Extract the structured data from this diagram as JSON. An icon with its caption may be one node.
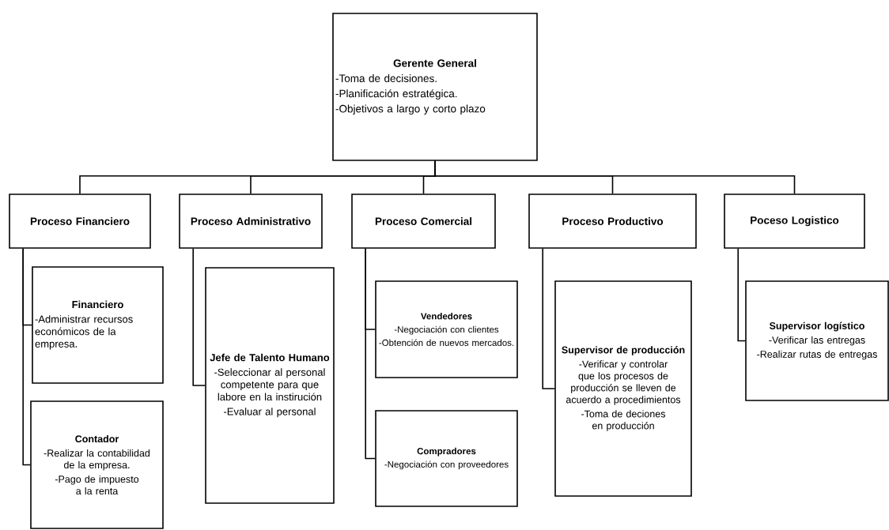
{
  "diagram": {
    "nodes": [
      {
        "text": [
          "Gerente General",
          "-Toma de decisiones.",
          "-Planificación estratégica.",
          "-Objetivos a largo y corto plazo"
        ]
      },
      {
        "text": [
          "Proceso Financiero"
        ]
      },
      {
        "text": [
          "Proceso Administrativo"
        ]
      },
      {
        "text": [
          "Proceso Comercial"
        ]
      },
      {
        "text": [
          "Proceso Productivo"
        ]
      },
      {
        "text": [
          "Poceso Logistico"
        ]
      },
      {
        "text": [
          "Financiero",
          "-Administrar recursos económicos de la empresa."
        ]
      },
      {
        "text": [
          "Contador",
          "-Realizar la contabilidad de la empresa.",
          "-Pago de impuesto a la renta"
        ]
      },
      {
        "text": [
          "Jefe de Talento Humano",
          "-Seleccionar al personal competente para que labore en la instirución",
          "-Evaluar al personal"
        ]
      },
      {
        "text": [
          "Vendedores",
          "-Negociación con clientes",
          "-Obtención de nuevos mercados."
        ]
      },
      {
        "text": [
          "Compradores",
          "-Negociación con proveedores"
        ]
      },
      {
        "text": [
          "Supervisor de producción",
          "-Verificar y controlar que los procesos de producción se lleven de acuerdo a procedimientos",
          "-Toma de deciones en producción"
        ]
      },
      {
        "text": [
          "Supervisor logístico",
          "-Verificar las entregas",
          "-Realizar rutas de entregas"
        ]
      }
    ],
    "edges": [
      {
        "from": 0,
        "to": 1,
        "arrow": "none"
      },
      {
        "from": 0,
        "to": 2,
        "arrow": "none"
      },
      {
        "from": 0,
        "to": 3,
        "arrow": "none"
      },
      {
        "from": 0,
        "to": 4,
        "arrow": "none"
      },
      {
        "from": 0,
        "to": 5,
        "arrow": "none"
      },
      {
        "from": 1,
        "to": 6,
        "arrow": "none"
      },
      {
        "from": 1,
        "to": 7,
        "arrow": "none"
      },
      {
        "from": 2,
        "to": 8,
        "arrow": "none"
      },
      {
        "from": 3,
        "to": 9,
        "arrow": "none"
      },
      {
        "from": 3,
        "to": 10,
        "arrow": "none"
      },
      {
        "from": 4,
        "to": 11,
        "arrow": "none"
      },
      {
        "from": 5,
        "to": 12,
        "arrow": "none"
      }
    ]
  }
}
